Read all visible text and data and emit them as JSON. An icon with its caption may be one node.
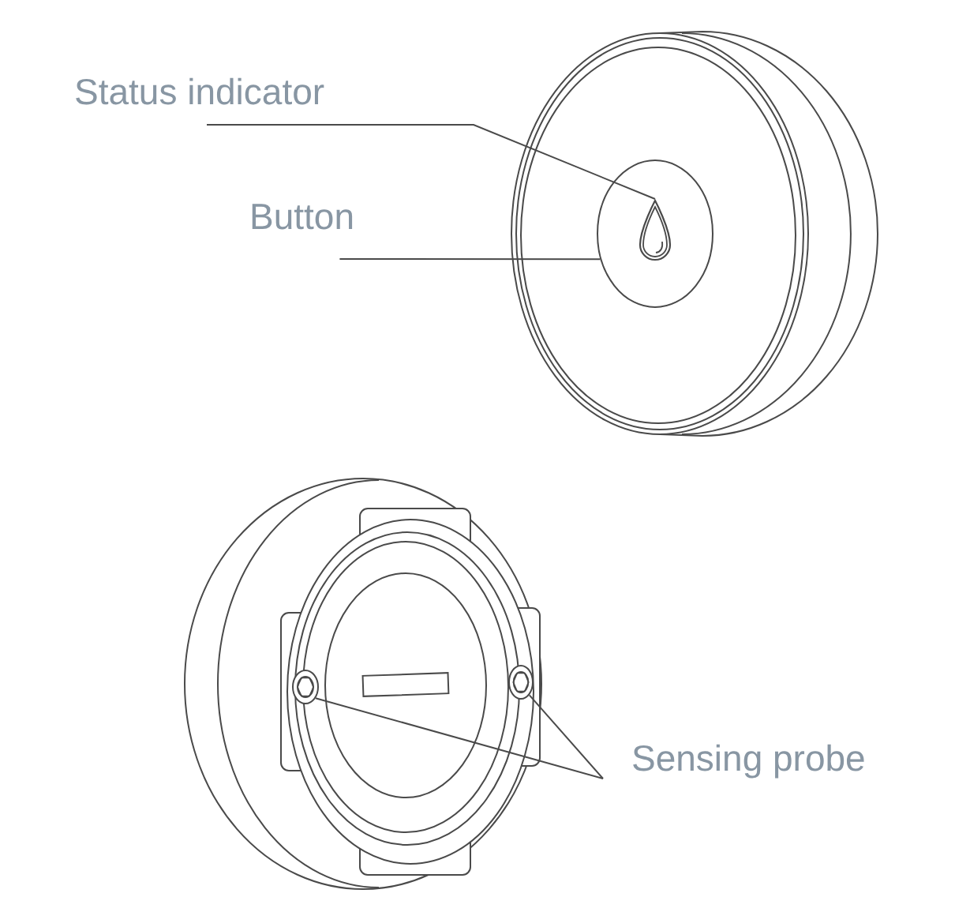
{
  "diagram": {
    "nodes": [
      {
        "text": [
          "Status indicator"
        ]
      },
      {
        "text": [
          "Button"
        ]
      },
      {
        "text": [],
        "shape": "circle"
      },
      {
        "text": [],
        "shape": "drop",
        "in": 2
      },
      {
        "text": [
          "Sensing probe"
        ]
      },
      {
        "text": [],
        "shape": "circle"
      },
      {
        "text": [],
        "shape": "circle"
      }
    ],
    "edges": [
      {
        "from": 0,
        "to": 3,
        "arrow": "none"
      },
      {
        "from": 1,
        "to": 2,
        "arrow": "none"
      },
      {
        "from": 4,
        "to": 5,
        "arrow": "none"
      },
      {
        "from": 4,
        "to": 6,
        "arrow": "none"
      }
    ]
  }
}
